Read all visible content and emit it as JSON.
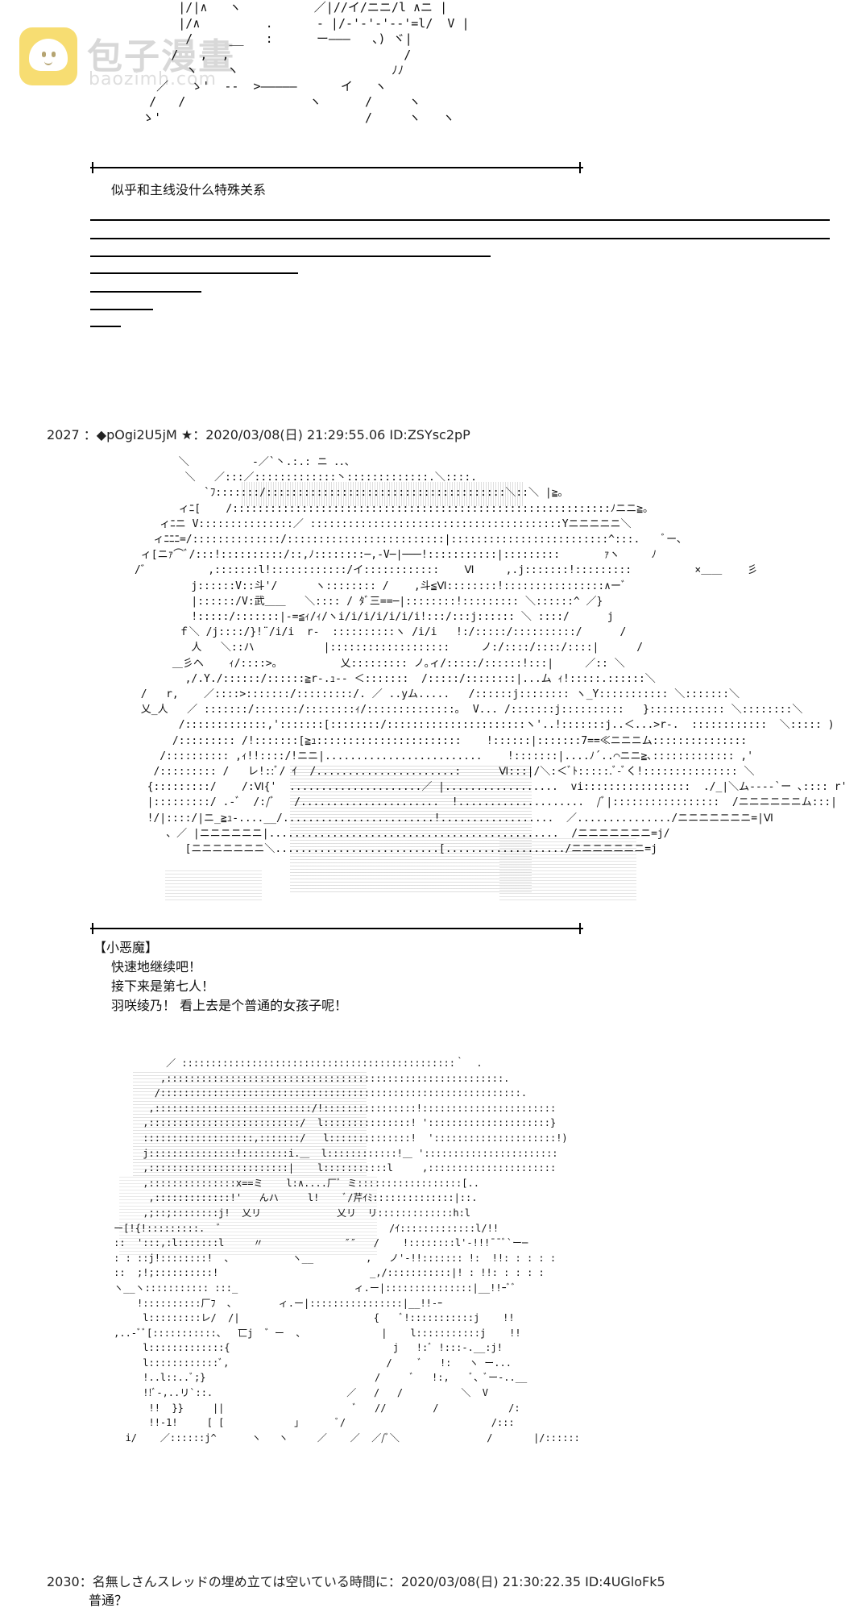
{
  "watermark": {
    "title": "包子漫畫",
    "subtitle": "baozimh.com"
  },
  "post_1": {
    "caption": "似乎和主线没什么特殊关系"
  },
  "post_2027": {
    "header": "2027 ：◆pOgi2U5jM ★：2020/03/08(日) 21:29:55.06 ID:ZSYsc2pP",
    "speaker": "【小恶魔】",
    "lines": [
      "快速地继续吧！",
      "接下来是第七人！",
      "羽咲绫乃！ 看上去是个普通的女孩子呢！"
    ]
  },
  "post_2030": {
    "header": "2030：名無しさんスレッドの埋め立ては空いている時間に：2020/03/08(日) 21:30:22.35 ID:4UGloFk5",
    "line": "普通？"
  },
  "ascii_art": {
    "top": "         |/|∧   ヽ          ／|//イ/ニニ/l ∧ニ |\n         |/∧         .      - |/-'-'-'--'=l/  V |\n          /     __   :      ー―――   、) ヾ|\n        /   ,  ,                        /\n          ヽ    ヽ                     ﾉﾉ\n      ／   ゝ'  --  >―――――      イ   ヽ\n     /   /                 ヽ      /     ヽ\n    ゝ'                            /     ヽ   ヽ",
    "mid": "             ＼          -／`丶.:.: ニ ．．、\n              ＼   ／:::／:::::::::::::丶:::::::::::::.＼::::.\n                 `ﾌ:::::::/::::::::::::::::::::::::::::::::::::::＼::＼ |≧｡\n             ィﾆ[    /::::::::::::::::::::::::::::::::::::::::::::::::::::::::::::ﾉニニ≧｡\n          ィﾆニ V:::::::::::::::／ ::::::::::::::::::::::::::::::::::::::::Yニニニニニ＼\n         ィﾆﾆﾆ=/::::::::::::::/:::::::::::::::::::::::::|:::::::::::::::::::::::::^:::.    ﾞー､\n       ィ[ニｧ⌒ﾞ/:::!::::::::::/::,ﾉ::::::::─,-V─|───!:::::::::::|:::::::::       ｧヽ     ﾉ\n      /゛         ,:::::::l!::::::::::::/イ::::::::::::    Ⅵ     ,.j:::::::!:::::::::          ×＿＿    彡\n               j::::::V::斗'/      ヽ:::::::: /    ,斗≦Ⅵ::::::::!::::::::::::::::∧ーﾞ\n               |::::::/V:武＿＿   ＼:::: / ﾀﾞ三==─|::::::::!::::::::: ＼::::::^ ／}\n               !:::::/:::::::|-=≦ｨ/ｨ/ヽi/i/i/i/i/i/i!:::/:::j:::::: ＼ ::::/      j\n             ｆ＼ /j::::/}!¨/i/i  r-  ::::::::::ヽ /i/i   !:/:::::/::::::::::/      /\n               人   ＼::ハ           |:::::::::::::::::::     ノ:/::::/::::/::::|      /\n            ＿彡ヘ    ｨ/::::>｡          乂::::::::: ノ｡ィ/:::::/::::::!:::|     ／:: ＼\n              ,/.Y./::::::/::::::≧r-.ｭ-- ＜:::::::  /:::::/::::::::|...ム ｨ!:::::.::::::＼\n       /   r,    ／::::>:::::::/:::::::::/. ／ ..yム.....   /::::::j:::::::: ヽ_Y::::::::::: ＼:::::::＼\n       乂_人   ／ :::::::/:::::::/::::::::ｨ/::::::::::::::｡  V... /:::::::j::::::::::   }:::::::::::: ＼::::::::＼\n             /:::::::::::::,':::::::[::::::::/::::::::::::::::::::::ヽ'..!:::::::j..＜...>r-.  ::::::::::::  ＼::::: )\n            /::::::::: /!:::::::[≧ｭ:::::::::::::::::::::::    !::::::|:::::::7==≪ニニニム:::::::::::::::\n          /:::::::::: ,ｨ!!::::/!ニニ|.........................    !:::::::|....ﾉ´..⌒ニニ≧､::::::::::::: ,'\n         /::::::::: /   レ!::ﾞ/ ｲ  /......................:      Ⅵ:::|/＼:＜ﾞﾄ:::::.ﾞ-ﾞく!::::::::::::::: ＼\n        {:::::::::/    /:Ⅵ{'  .....................／ |..................  vi:::::::::::::::::  ./_|＼ム----`ー ､:::: r'\n        |:::::::::/ .-ﾞ  /:/ﾞ   /......................  !....................  /ﾞ|:::::::::::::::::  /ニニニニニニム:::|\n        !/|::::/|ニ_≧ｭ-....__/........................!..................  ／.............../ニニニニニニニ=|Ⅵ\n           、／ |ニニニニニニ|..............................................  /ニニニニニニニ=j/\n              [ニニニニニニニ＼..........................[.................../ニニニニニニニ=j",
    "bottom": "              ／ :::::::::::::::::::::::::::::::::::::::::::::::｀  .\n             ,::::::::::::::::::::::::::::::::::::::::::::::::::::::::::.\n            /::::::::::::::::::::::::::::::::::::::::::::::::::::::::::::::.\n           ,:::::::::::::::::::::::::::/!::::::::::::::::!:::::::::::::::::::::::\n          ,::::::::::::::::::::::::::/  l:::::::::::::::! ':::::::::::::::::::::}\n          :::::::::::::::::::,:::::::/   l::::::::::::::!  ':::::::::::::::::::::!)\n          j:::::::::::::::!::::::::i.＿  l::::::::::::!＿ ':::::::::::::::::::::::\n          ,::::::::::::::::::::::::|    l:::::::::::l     ,::::::::::::::::::::::\n          ,:::::::::::::::x==ミ    l:∧....厂ﾞ ミ::::::::::::::::::[..\n           ,:::::::::::::!'   んハ     l!    ﾞ/芹ｲﾐ::::::::::::::|::.\n          ,;::;::::::::j!  乂リ             乂リ  リ:::::::::::::h:l\n     ー[!{!:::::::::.  ゛                            /ｲ:::::::::::::l/!!\n     ::  ':::,:l:::::::l     〃              ″″   /    !::::::::l'-!!!¯¯ﾞ`ー─\n     : : ::j!::::::::!  、          ヽ__         ,   ノ'-!!::::::: !:  !!: : : : :\n     ::  ;!;::::::::::!                          _,/:::::::::::|! : !!: : : : :\n     ヽ__ヽ::::::::::: :::_                    ィ.ー|:::::::::::::::|__!!ｰﾞﾞ\n         !::::::::::厂ﾌ  ､        ィ.ー|::::::::::::::::|__!!-ｰ\n          l:::::::::レ/  /|                       {    ﾞ!:::::::::::j    !!\n     ,..-ﾞﾞ[:::::::::::、  匸j  ゛ー  、             |    l:::::::::::j    !!\n          l:::::::::::::{                            j   !:ﾞ !:::-.__:j!\n          l::::::::::::ﾞ,                           /     ﾞ   !:   ヽ ー...\n          !..l::..ﾞ;}                             /     ﾞ   !:,    ﾞ、ﾞー-..__\n          !!ﾞ-,..リ`::.                       ／   /   /          ＼  V\n           !!  }}     ||                      ﾞ   //        /            /:\n           !!-1!     [ [            」      ﾞ/                         /:::\n       i/    ／::::::j^      ヽ   ヽ     ／    ／  ／/ﾞ＼               /       |/::::::"
  }
}
